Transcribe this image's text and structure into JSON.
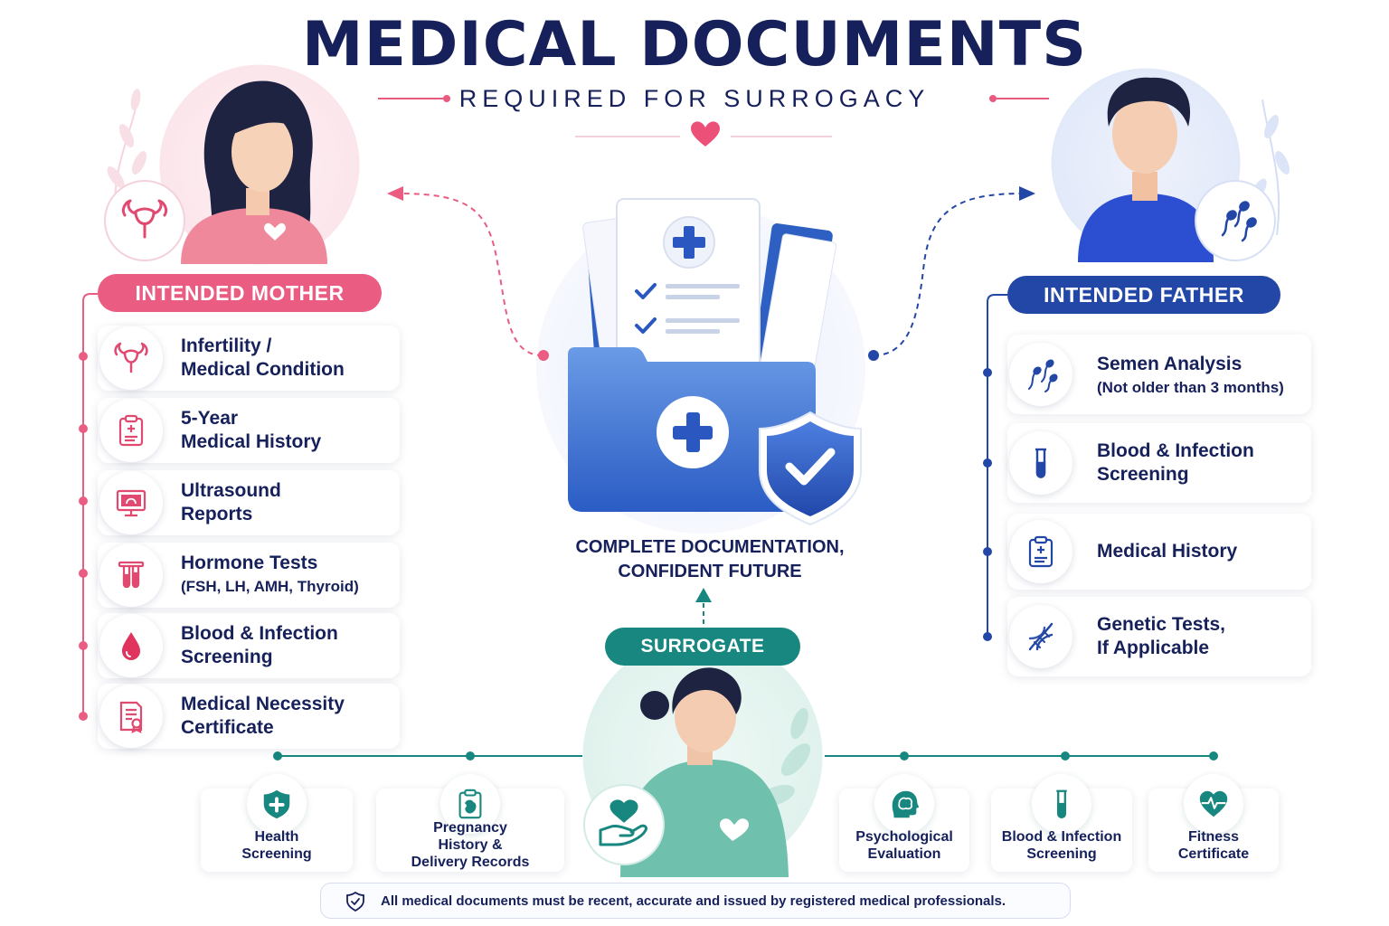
{
  "header": {
    "title": "MEDICAL DOCUMENTS",
    "subtitle": "REQUIRED FOR SURROGACY"
  },
  "center": {
    "caption_line1": "COMPLETE DOCUMENTATION,",
    "caption_line2": "CONFIDENT FUTURE"
  },
  "mother": {
    "title": "INTENDED MOTHER",
    "items": [
      {
        "line1": "Infertility /",
        "line2": "Medical Condition",
        "icon": "uterus-icon"
      },
      {
        "line1": "5-Year",
        "line2": "Medical History",
        "icon": "clipboard-icon"
      },
      {
        "line1": "Ultrasound",
        "line2": "Reports",
        "icon": "ultrasound-monitor-icon"
      },
      {
        "line1": "Hormone Tests",
        "line2": "(FSH, LH, AMH, Thyroid)",
        "icon": "test-tubes-icon"
      },
      {
        "line1": "Blood & Infection",
        "line2": "Screening",
        "icon": "blood-drop-icon"
      },
      {
        "line1": "Medical Necessity",
        "line2": "Certificate",
        "icon": "certificate-icon"
      }
    ]
  },
  "father": {
    "title": "INTENDED FATHER",
    "items": [
      {
        "line1": "Semen Analysis",
        "line2": "(Not older than 3 months)",
        "icon": "sperm-icon"
      },
      {
        "line1": "Blood & Infection",
        "line2": "Screening",
        "icon": "test-tube-icon"
      },
      {
        "line1": "Medical History",
        "line2": "",
        "icon": "clipboard-icon"
      },
      {
        "line1": "Genetic Tests,",
        "line2": "If Applicable",
        "icon": "dna-icon"
      }
    ]
  },
  "surrogate": {
    "title": "SURROGATE",
    "items": [
      {
        "line1": "Health",
        "line2": "Screening",
        "line3": "",
        "icon": "shield-plus-icon"
      },
      {
        "line1": "Pregnancy",
        "line2": "History &",
        "line3": "Delivery Records",
        "icon": "pregnancy-clipboard-icon"
      },
      {
        "line1": "Psychological",
        "line2": "Evaluation",
        "line3": "",
        "icon": "brain-icon"
      },
      {
        "line1": "Blood & Infection",
        "line2": "Screening",
        "line3": "",
        "icon": "test-tube-icon"
      },
      {
        "line1": "Fitness",
        "line2": "Certificate",
        "line3": "",
        "icon": "heart-pulse-icon"
      }
    ]
  },
  "footer": {
    "note": "All medical documents must be recent, accurate and issued by registered medical professionals."
  },
  "colors": {
    "navy": "#16205a",
    "pink": "#ea5c81",
    "blue": "#2347a6",
    "teal": "#17877f"
  }
}
